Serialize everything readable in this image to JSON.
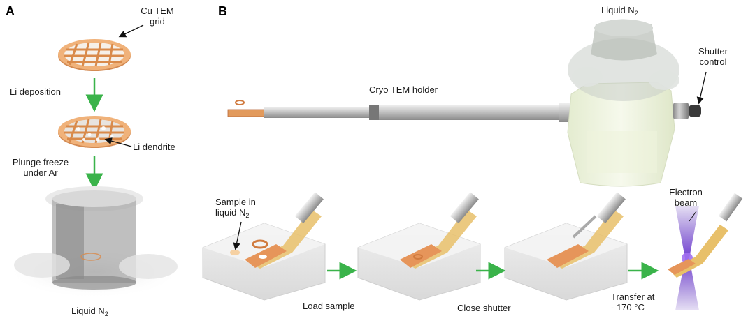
{
  "panel_a": {
    "letter": "A",
    "cu_grid_line1": "Cu TEM",
    "cu_grid_line2": "grid",
    "li_deposition": "Li deposition",
    "li_dendrite": "Li dendrite",
    "plunge_line1": "Plunge freeze",
    "plunge_line2": "under Ar",
    "liquid_n2_main": "Liquid N",
    "liquid_n2_sub": "2"
  },
  "panel_b": {
    "letter": "B",
    "liquid_n2_main": "Liquid N",
    "liquid_n2_sub": "2",
    "shutter_line1": "Shutter",
    "shutter_line2": "control",
    "holder_label": "Cryo TEM holder",
    "sample_line1": "Sample in",
    "sample_line2_main": "liquid N",
    "sample_line2_sub": "2",
    "electron_line1": "Electron",
    "electron_line2": "beam",
    "load_sample": "Load sample",
    "close_shutter": "Close shutter",
    "transfer_line1": "Transfer at",
    "transfer_line2": "- 170 °C"
  },
  "colors": {
    "arrow_green": "#3ab34a",
    "copper": "#e0915a",
    "copper_dark": "#b8693a",
    "gold": "#e9c46a",
    "beam": "#5a2fb8",
    "dewar_green": "#eef4dc"
  }
}
